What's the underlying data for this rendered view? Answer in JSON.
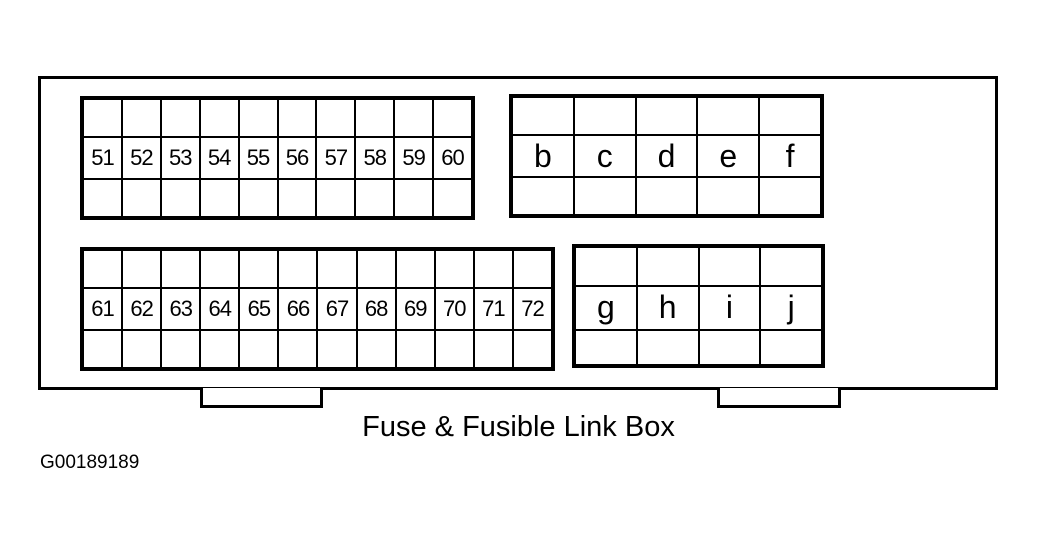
{
  "diagram": {
    "title": "Fuse & Fusible Link Box",
    "code": "G00189189",
    "fuse_block_top": [
      "51",
      "52",
      "53",
      "54",
      "55",
      "56",
      "57",
      "58",
      "59",
      "60"
    ],
    "fuse_block_bottom": [
      "61",
      "62",
      "63",
      "64",
      "65",
      "66",
      "67",
      "68",
      "69",
      "70",
      "71",
      "72"
    ],
    "link_block_top": [
      "b",
      "c",
      "d",
      "e",
      "f"
    ],
    "link_block_bottom": [
      "g",
      "h",
      "i",
      "j"
    ]
  }
}
